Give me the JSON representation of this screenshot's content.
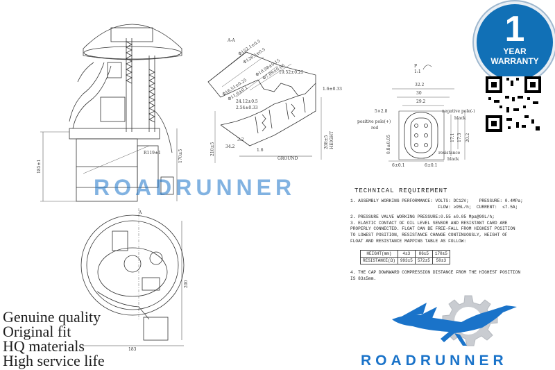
{
  "top_view": {
    "label": "A-A"
  },
  "side_dims": {
    "d1": "Φ152.1±0.5",
    "d2": "Φ126.5±0.5",
    "d3": "Φ16.51±0.25",
    "d4": "Φ11.6±0.1",
    "d5": "Φ10.98±0.15",
    "d6": "Φ7.89±0.06",
    "d7": "19.52±0.25",
    "d8": "24.12±0.5",
    "d9": "2.54±0.33",
    "d10": "1.6±0.33",
    "d11": "210±5",
    "d12": "208±5",
    "d13": "34.2",
    "d14": "3.2",
    "d15": "1.6",
    "ground": "GROUND",
    "height_tag": "HEIGHT"
  },
  "pump_front": {
    "r": "R119±1",
    "h1": "170±5",
    "h2": "185±1"
  },
  "connector": {
    "label_p": "P",
    "scale": "1:1",
    "w1": "32.2",
    "w2": "30",
    "w3": "29.2",
    "pitch": "5×2.8",
    "neg": "negative pole(-)",
    "neg_c": "black",
    "pos": "positive pole(+)",
    "pos_c": "red",
    "res": "resistance",
    "res_c": "black",
    "h1": "6±0.1",
    "h2": "6±0.1",
    "h3": "0.8±0.05",
    "v1": "17.1",
    "v2": "17.3",
    "v3": "20.2"
  },
  "bottom_view": {
    "label": "A",
    "w": "183",
    "h": "200"
  },
  "brand": {
    "name": "ROADRUNNER",
    "watermark": "ROADRUNNER"
  },
  "warranty": {
    "num": "1",
    "line1": "YEAR",
    "line2": "WARRANTY"
  },
  "tech": {
    "title": "TECHNICAL REQUIREMENT",
    "l1": "1. ASSEMBLY WORKING PERFORMANCE: VOLTS: DC12V;    PRESSURE: 0.4MPa;",
    "l2": "                                  FLOW: ≥95L/h;  CURRENT:  ≤7.5A;",
    "l3": "2. PRESSURE VALVE WORKING PRESSURE:0.55 ±0.05 Mpa@90L/h;",
    "l4": "3. ELASTIC CONTACT OF OIL LEVEL SENSOR AND RESISTANT CARD ARE",
    "l5": "PROPERLY CONNECTED. FLOAT CAN BE FREE-FALL FROM HIGHEST POSITION",
    "l6": "TO LOWEST POSITION, RESISTANCE CHANGE CONTINUOUSLY, HEIGHT OF",
    "l7": "FLOAT AND RESISTANCE MAPPING TABLE AS FOLLOW:",
    "l8": "4. THE CAP DOWNWARD COMPRESSION DISTANCE FROM THE HIGHEST POSITION",
    "l9": "IS 83±5mm.",
    "table": {
      "h_label": "HEIGHT(mm)",
      "r_label": "RESISTANCE(Ω)",
      "heights": [
        "4±3",
        "86±5",
        "170±5"
      ],
      "resistances": [
        "993±5",
        "572±5",
        "50±3"
      ]
    }
  },
  "features": [
    "Genuine quality",
    "Original fit",
    "HQ materials",
    "High service life"
  ],
  "colors": {
    "brand_blue": "#1a73c9",
    "badge_blue": "#1170b6",
    "gear_gray": "#c9ccd1"
  }
}
